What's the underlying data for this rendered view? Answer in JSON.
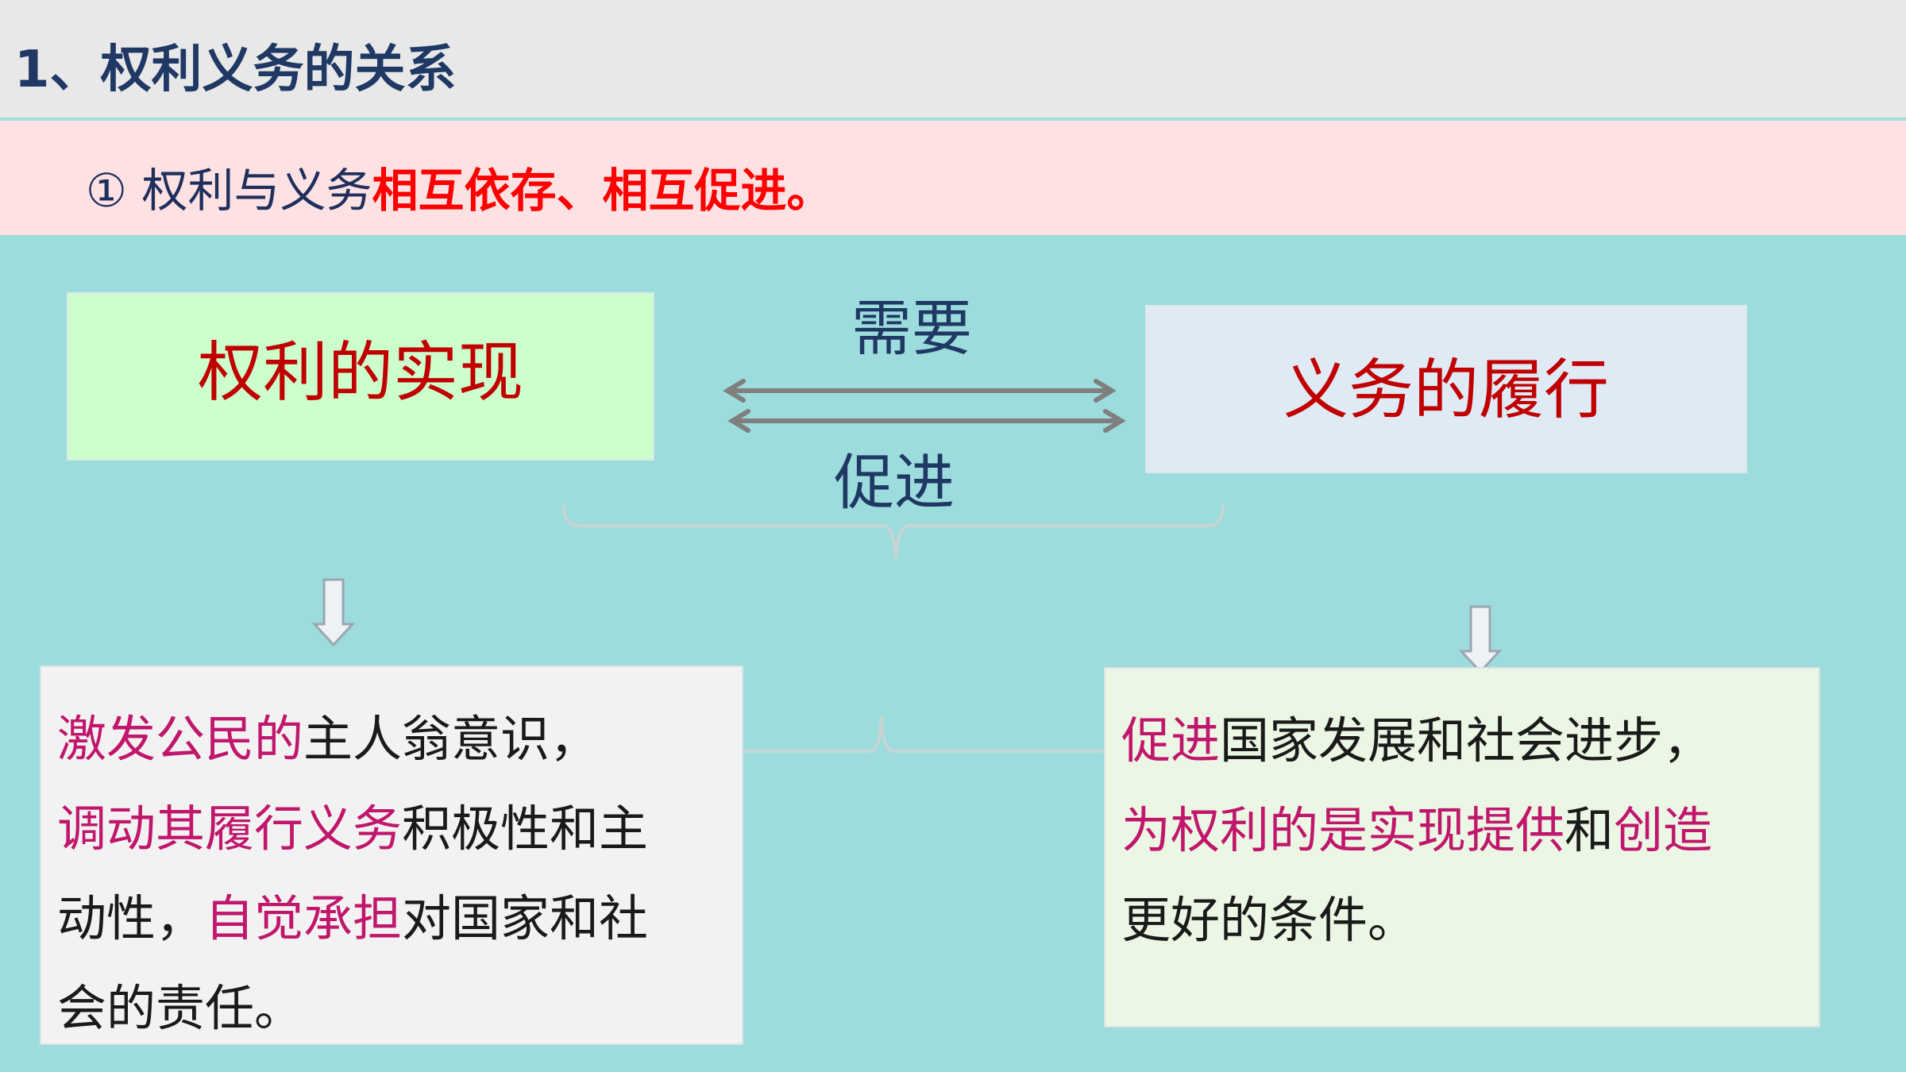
{
  "header": {
    "title": "1、权利义务的关系"
  },
  "point": {
    "marker": "①",
    "lead": "权利与义务",
    "highlight": "相互依存、相互促进",
    "end": "。"
  },
  "diagram": {
    "left_box": "权利的实现",
    "right_box": "义务的履行",
    "top_relation": "需要",
    "bottom_relation": "促进"
  },
  "left_desc": {
    "line1": {
      "hl": "激发公民的",
      "rest": "主人翁意识，"
    },
    "line2": {
      "hl": "调动其履行义务",
      "rest": "积极性和主"
    },
    "line3": {
      "pre": "动性，",
      "hl": "自觉承担",
      "rest": "对国家和社"
    },
    "line4": {
      "rest": "会的责任。"
    }
  },
  "right_desc": {
    "line1": {
      "hl": "促进",
      "rest": "国家发展和社会进步，"
    },
    "line2": {
      "hl": "为权利的是实现提供",
      "mid": "和",
      "hl2": "创造"
    },
    "line3": {
      "rest": "更好的条件。"
    }
  },
  "colors": {
    "background": "#9cdcdc",
    "title": "#1f3864",
    "highlight_red": "#ff0000",
    "box_label": "#c00000",
    "desc_highlight": "#c0166c"
  }
}
